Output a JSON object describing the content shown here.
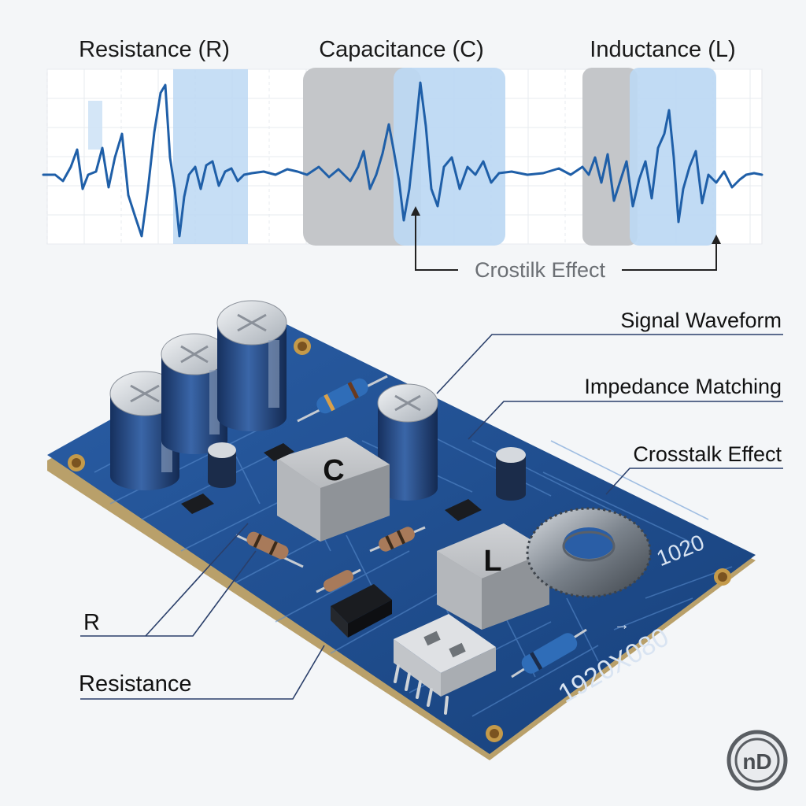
{
  "colors": {
    "background": "#f4f6f8",
    "pcb": "#1f4e8c",
    "waveform": "#1f5fa8",
    "highlight_blue": "#bcd8f3",
    "highlight_gray": "#c4c6c9",
    "leader": "#2a3f6a"
  },
  "waveform": {
    "sections": [
      "Resistance (R)",
      "Capacitance (C)",
      "Inductance (L)"
    ],
    "annotation": "Crostilk Effect"
  },
  "callouts": {
    "signal_waveform": "Signal Waveform",
    "impedance_matching": "Impedance Matching",
    "crosstalk_effect": "Crosstalk Effect",
    "r_label": "R",
    "resistance": "Resistance"
  },
  "board": {
    "chip_c": "C",
    "chip_l": "L",
    "silk_1020": "1020",
    "silk_dims": "1920X080",
    "silk_arrow": "→"
  },
  "logo": {
    "text": "nD"
  }
}
